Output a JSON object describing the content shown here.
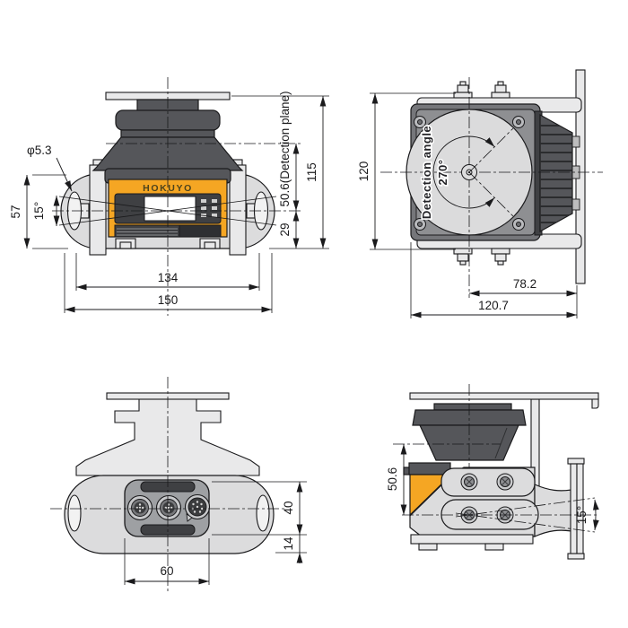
{
  "brand": "HOKUYO",
  "front_view": {
    "mount_hole_dia": "φ5.3",
    "bracket_height": "57",
    "tilt_range": "15°",
    "slot_span": "134",
    "bracket_width": "150",
    "detection_plane_height": "50.6(Detection plane)",
    "below_center": "29",
    "overall_height": "115"
  },
  "top_view": {
    "body_depth": "120",
    "detection_angle_label": "Detection angle",
    "detection_angle_value": "270°",
    "center_to_wall": "78.2",
    "overall_depth": "120.7"
  },
  "bottom_view": {
    "connector_area_width": "40",
    "base_offset": "14",
    "connector_span": "60"
  },
  "side_view": {
    "detection_plane_height": "50.6",
    "tilt_range": "15°"
  },
  "colors": {
    "body_yellow": "#f5a623",
    "head_dark": "#55565a",
    "bracket_gray": "#dcdcdd",
    "line": "#1a1a1c"
  }
}
